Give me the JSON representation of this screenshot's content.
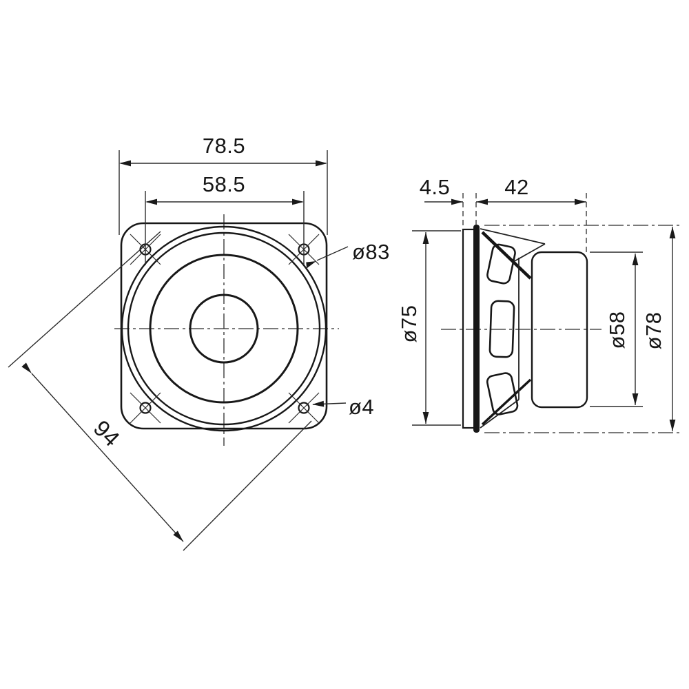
{
  "drawing": {
    "type": "speaker dimensional drawing",
    "colors": {
      "line": "#1a1a1a",
      "background": "#ffffff"
    },
    "front_view": {
      "overall_width": "78.5",
      "hole_spacing": "58.5",
      "rim_diameter": "ø83",
      "mounting_hole_diameter": "ø4",
      "diagonal": "94"
    },
    "side_view": {
      "flange_thickness": "4.5",
      "mounting_depth": "42",
      "front_diameter": "ø75",
      "magnet_diameter": "ø58",
      "overall_diameter": "ø78"
    }
  }
}
